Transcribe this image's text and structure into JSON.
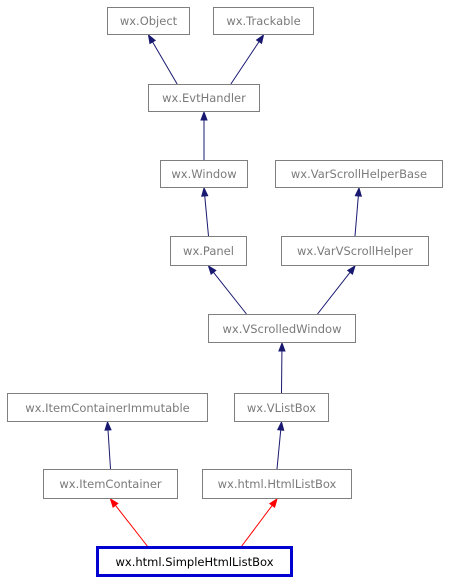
{
  "diagram": {
    "title": "",
    "colors": {
      "inherit_edge": "#191970",
      "current_edge": "#ff0000",
      "node_border": "#7f7f7f",
      "node_text": "#7a7a7a",
      "current_border": "#0000d0",
      "current_text": "#000000"
    },
    "nodes": {
      "object": "wx.Object",
      "trackable": "wx.Trackable",
      "evthandler": "wx.EvtHandler",
      "window": "wx.Window",
      "varscrollhelperbase": "wx.VarScrollHelperBase",
      "panel": "wx.Panel",
      "varvscrollhelper": "wx.VarVScrollHelper",
      "vscrolledwindow": "wx.VScrolledWindow",
      "itemcontainerimmutable": "wx.ItemContainerImmutable",
      "vlistbox": "wx.VListBox",
      "itemcontainer": "wx.ItemContainer",
      "htmllistbox": "wx.html.HtmlListBox",
      "simplehtmllistbox": "wx.html.SimpleHtmlListBox"
    },
    "edges": [
      {
        "from": "evthandler",
        "to": "object",
        "kind": "inherit"
      },
      {
        "from": "evthandler",
        "to": "trackable",
        "kind": "inherit"
      },
      {
        "from": "window",
        "to": "evthandler",
        "kind": "inherit"
      },
      {
        "from": "panel",
        "to": "window",
        "kind": "inherit"
      },
      {
        "from": "varvscrollhelper",
        "to": "varscrollhelperbase",
        "kind": "inherit"
      },
      {
        "from": "vscrolledwindow",
        "to": "panel",
        "kind": "inherit"
      },
      {
        "from": "vscrolledwindow",
        "to": "varvscrollhelper",
        "kind": "inherit"
      },
      {
        "from": "vlistbox",
        "to": "vscrolledwindow",
        "kind": "inherit"
      },
      {
        "from": "itemcontainer",
        "to": "itemcontainerimmutable",
        "kind": "inherit"
      },
      {
        "from": "htmllistbox",
        "to": "vlistbox",
        "kind": "inherit"
      },
      {
        "from": "simplehtmllistbox",
        "to": "itemcontainer",
        "kind": "current"
      },
      {
        "from": "simplehtmllistbox",
        "to": "htmllistbox",
        "kind": "current"
      }
    ]
  }
}
